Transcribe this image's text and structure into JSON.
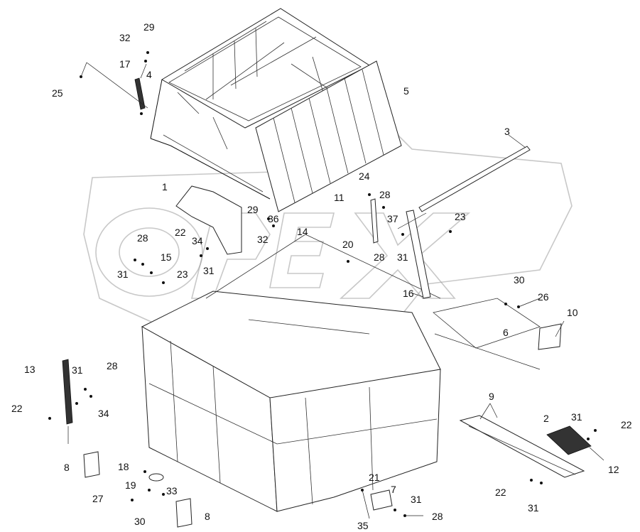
{
  "callouts": {
    "c1": "1",
    "c2": "2",
    "c3": "3",
    "c4": "4",
    "c5": "5",
    "c6": "6",
    "c7": "7",
    "c8a": "8",
    "c8b": "8",
    "c9": "9",
    "c10": "10",
    "c11": "11",
    "c12": "12",
    "c13": "13",
    "c14": "14",
    "c15": "15",
    "c16": "16",
    "c17": "17",
    "c18": "18",
    "c19": "19",
    "c20": "20",
    "c21": "21",
    "c22a": "22",
    "c22b": "22",
    "c22c": "22",
    "c22d": "22",
    "c23a": "23",
    "c23b": "23",
    "c24": "24",
    "c25": "25",
    "c26": "26",
    "c27": "27",
    "c28a": "28",
    "c28b": "28",
    "c28c": "28",
    "c28d": "28",
    "c28e": "28",
    "c29a": "29",
    "c29b": "29",
    "c30a": "30",
    "c30b": "30",
    "c31a": "31",
    "c31b": "31",
    "c31c": "31",
    "c31d": "31",
    "c31e": "31",
    "c31f": "31",
    "c31g": "31",
    "c32a": "32",
    "c32b": "32",
    "c33": "33",
    "c34a": "34",
    "c34b": "34",
    "c35": "35",
    "c36": "36",
    "c37": "37"
  },
  "watermark": {
    "text": "ОРЕХ",
    "color": "#9a9a9a"
  }
}
